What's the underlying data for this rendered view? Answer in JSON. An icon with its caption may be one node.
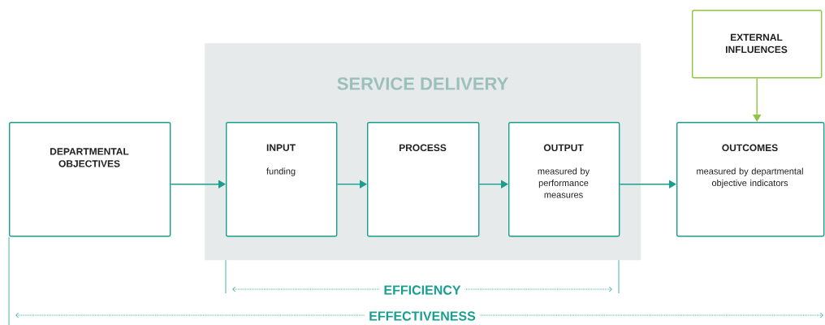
{
  "diagram": {
    "nodes": [
      {
        "text": [
          "SERVICE DELIVERY"
        ]
      },
      {
        "text": [
          "DEPARTMENTAL OBJECTIVES"
        ]
      },
      {
        "text": [
          "INPUT",
          "funding"
        ],
        "in": 0
      },
      {
        "text": [
          "PROCESS"
        ],
        "in": 0
      },
      {
        "text": [
          "OUTPUT",
          "measured by performance measures"
        ],
        "in": 0
      },
      {
        "text": [
          "EXTERNAL INFLUENCES"
        ]
      },
      {
        "text": [
          "OUTCOMES",
          "measured by departmental objective indicators"
        ]
      }
    ],
    "edges": [
      {
        "from": 1,
        "to": 2,
        "arrow": "to"
      },
      {
        "from": 2,
        "to": 3,
        "arrow": "to"
      },
      {
        "from": 3,
        "to": 4,
        "arrow": "to"
      },
      {
        "from": 4,
        "to": 6,
        "arrow": "to"
      },
      {
        "from": 5,
        "to": 6,
        "arrow": "to",
        "color": "#8dc63f"
      }
    ],
    "labels": [
      "EFFICIENCY",
      "EFFECTIVENESS"
    ]
  }
}
